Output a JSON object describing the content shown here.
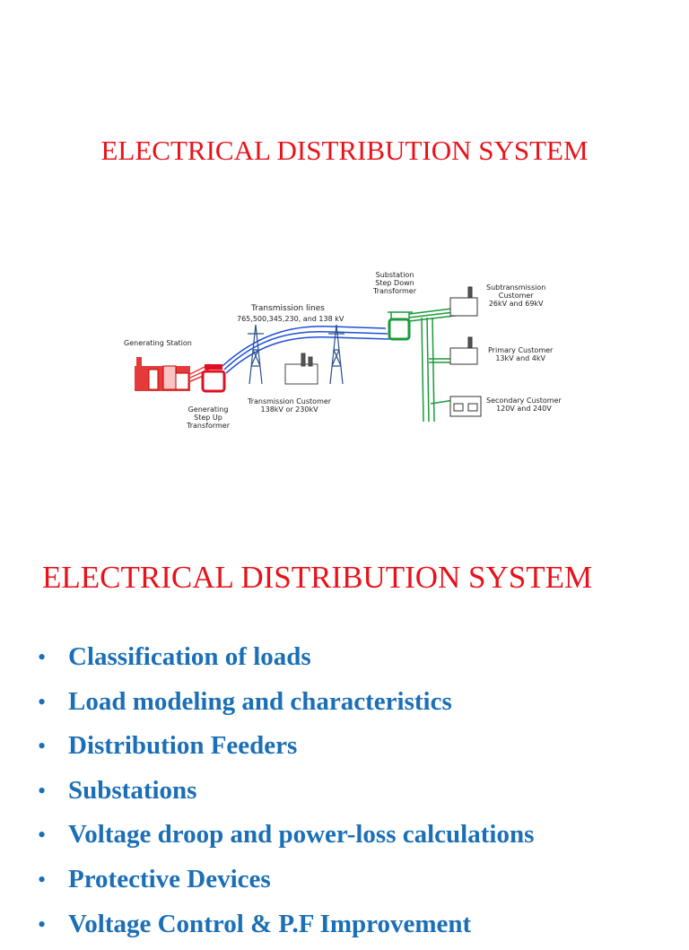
{
  "slide1": {
    "title": "ELECTRICAL DISTRIBUTION SYSTEM",
    "diagram": {
      "generating_station": "Generating Station",
      "step_up": [
        "Generating",
        "Step Up",
        "Transformer"
      ],
      "transmission_lines": "Transmission lines",
      "voltages": "765,500,345,230, and 138 kV",
      "substation": [
        "Substation",
        "Step Down",
        "Transformer"
      ],
      "transmission_customer": [
        "Transmission Customer",
        "138kV or 230kV"
      ],
      "subtransmission_customer": [
        "Subtransmission",
        "Customer",
        "26kV and 69kV"
      ],
      "primary_customer": [
        "Primary Customer",
        "13kV and 4kV"
      ],
      "secondary_customer": [
        "Secondary Customer",
        "120V and 240V"
      ]
    }
  },
  "slide2": {
    "title": "ELECTRICAL DISTRIBUTION SYSTEM",
    "bullet_symbol": "•",
    "bullets": [
      "Classification of loads",
      "Load modeling and characteristics",
      "Distribution Feeders",
      "Substations",
      "Voltage droop and power-loss calculations",
      "Protective Devices",
      "Voltage Control & P.F Improvement"
    ]
  },
  "colors": {
    "title": "#e8131a",
    "bullets": "#1b6fb6"
  }
}
